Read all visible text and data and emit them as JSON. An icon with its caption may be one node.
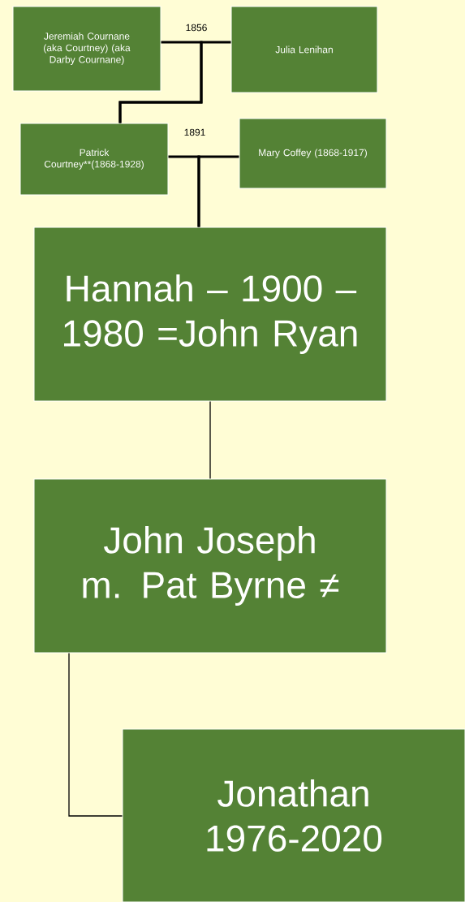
{
  "diagram": {
    "nodes": [
      {
        "text": [
          "Jeremiah Cournane (aka Courtney) (aka Darby Cournane)"
        ]
      },
      {
        "text": [
          "Julia Lenihan"
        ]
      },
      {
        "text": [
          "Patrick Courtney**(1868-1928)"
        ]
      },
      {
        "text": [
          "Mary Coffey (1868-1917)"
        ]
      },
      {
        "text": [
          "Hannah – 1900 – 1980 =John Ryan"
        ]
      },
      {
        "text": [
          "John Joseph m. Pat Byrne ≠"
        ]
      },
      {
        "text": [
          "Jonathan 1976-2020"
        ]
      }
    ],
    "edges": [
      {
        "from": 0,
        "to": 2,
        "arrow": "none"
      },
      {
        "from": 1,
        "to": 2,
        "arrow": "none"
      },
      {
        "from": 2,
        "to": 4,
        "arrow": "none"
      },
      {
        "from": 3,
        "to": 4,
        "arrow": "none"
      },
      {
        "from": 4,
        "to": 5,
        "arrow": "none"
      },
      {
        "from": 5,
        "to": 6,
        "arrow": "none"
      }
    ],
    "labels": [
      "1856",
      "1891"
    ]
  }
}
